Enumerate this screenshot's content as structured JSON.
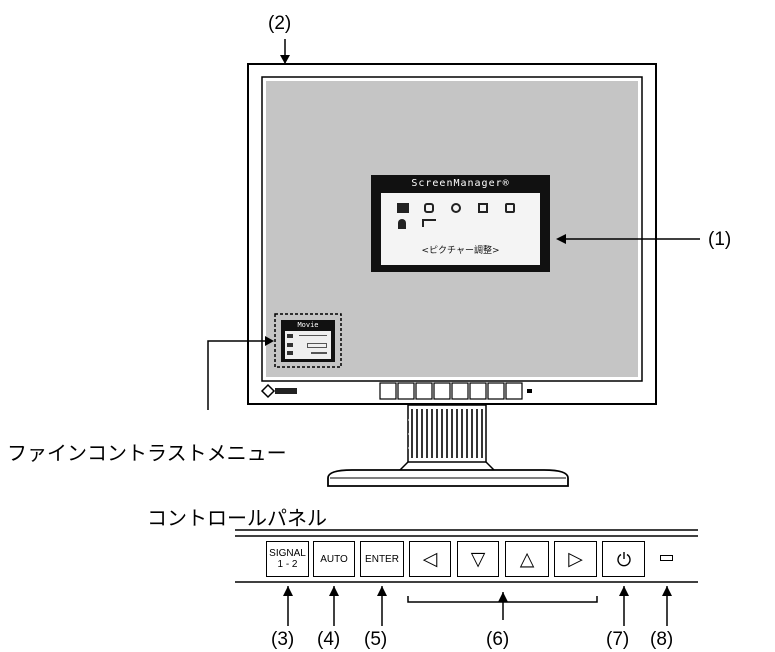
{
  "callouts": {
    "c1": "(1)",
    "c2": "(2)",
    "c3": "(3)",
    "c4": "(4)",
    "c5": "(5)",
    "c6": "(6)",
    "c7": "(7)",
    "c8": "(8)"
  },
  "captions": {
    "fine_contrast_menu": "ファインコントラストメニュー",
    "control_panel": "コントロールパネル"
  },
  "osd": {
    "title": "ScreenManager®",
    "subtitle": "<ピクチャー調整>"
  },
  "fine_contrast_window": {
    "title": "Movie"
  },
  "keys": {
    "signal_line1": "SIGNAL",
    "signal_line2": "1 - 2",
    "auto": "AUTO",
    "enter": "ENTER",
    "left": "◁",
    "down": "▽",
    "up": "△",
    "right": "▷",
    "power": "⏻",
    "led": "▭"
  },
  "icons": [
    "monitor-icon",
    "color-icon",
    "screen-icon",
    "sound-icon",
    "powermanager-icon",
    "information-icon",
    "language-icon"
  ]
}
